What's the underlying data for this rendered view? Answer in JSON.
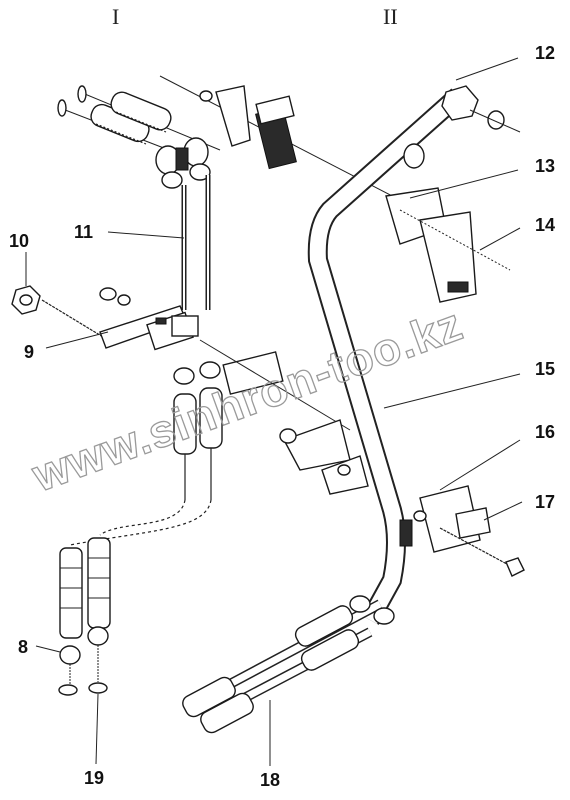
{
  "diagram": {
    "section_labels": [
      "I",
      "II"
    ],
    "callouts": [
      "12",
      "13",
      "14",
      "15",
      "16",
      "17",
      "10",
      "11",
      "9",
      "8",
      "19",
      "18"
    ],
    "watermark": "www.sinhron-too.kz"
  }
}
